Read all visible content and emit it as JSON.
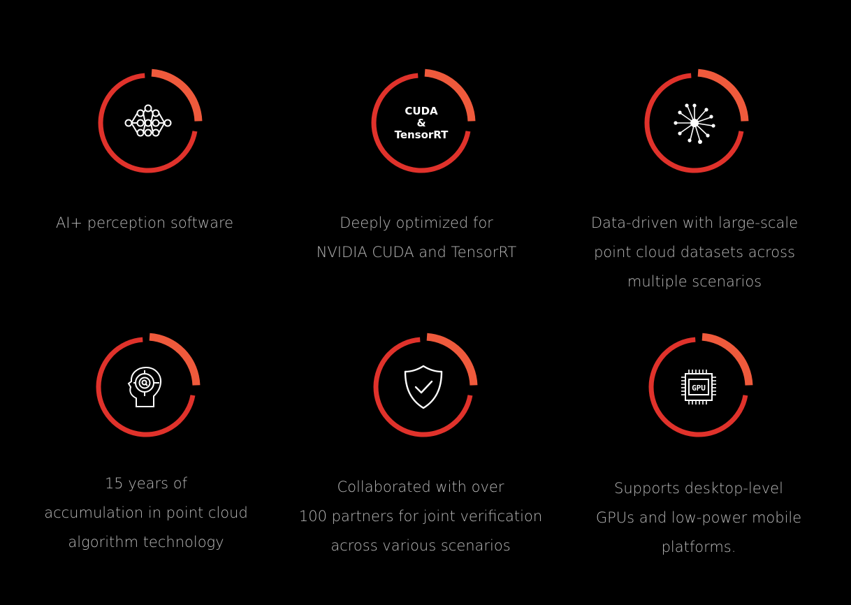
{
  "colors": {
    "background": "#000000",
    "ring_main": "#e0322b",
    "ring_accent": "#ef5a3c",
    "text": "#b9b9b9",
    "icon": "#ffffff"
  },
  "features": [
    {
      "icon": "neural-network-icon",
      "lines": [
        "AI+ perception software"
      ]
    },
    {
      "icon": "cuda-tensorrt-logo",
      "logo_lines": [
        "CUDA",
        "&",
        "TensorRT"
      ],
      "lines": [
        "Deeply optimized for",
        "NVIDIA CUDA and TensorRT"
      ]
    },
    {
      "icon": "point-cloud-burst-icon",
      "lines": [
        "Data-driven with large-scale",
        "point cloud datasets across",
        "multiple scenarios"
      ]
    },
    {
      "icon": "head-brain-icon",
      "lines": [
        "15 years of",
        "accumulation in point cloud",
        "algorithm technology"
      ]
    },
    {
      "icon": "shield-check-icon",
      "lines": [
        "Collaborated with over",
        "100 partners for joint verification",
        "across various scenarios"
      ]
    },
    {
      "icon": "gpu-chip-icon",
      "chip_label": "GPU",
      "lines": [
        "Supports desktop-level",
        "GPUs and low-power mobile",
        "platforms."
      ]
    }
  ]
}
